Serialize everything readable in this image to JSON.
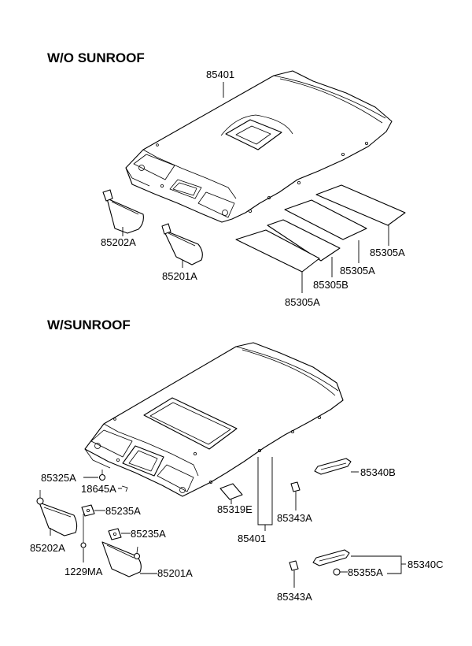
{
  "sections": {
    "without_sunroof": "W/O SUNROOF",
    "with_sunroof": "W/SUNROOF"
  },
  "labels": {
    "a_85401": "85401",
    "a_85202A": "85202A",
    "a_85201A": "85201A",
    "a_85305A_right": "85305A",
    "a_85305A_mid": "85305A",
    "a_85305B": "85305B",
    "a_85305A_bottom": "85305A",
    "b_85325A": "85325A",
    "b_18645A": "18645A",
    "b_85235A_1": "85235A",
    "b_85235A_2": "85235A",
    "b_85202A": "85202A",
    "b_1229MA": "1229MA",
    "b_85201A": "85201A",
    "b_85319E": "85319E",
    "b_85401": "85401",
    "b_85343A_top": "85343A",
    "b_85340B": "85340B",
    "b_85355A": "85355A",
    "b_85340C": "85340C",
    "b_85343A_bottom": "85343A"
  }
}
